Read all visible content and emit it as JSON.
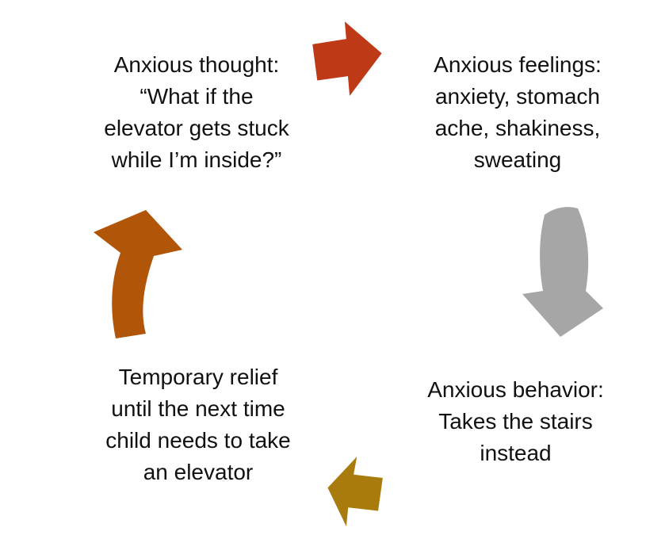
{
  "diagram": {
    "nodes": {
      "thought": {
        "text": "Anxious thought:\n“What if the\nelevator gets stuck\nwhile I’m inside?”"
      },
      "feelings": {
        "text": "Anxious feelings:\nanxiety, stomach\nache, shakiness,\nsweating"
      },
      "behavior": {
        "text": "Anxious behavior:\nTakes the stairs\ninstead"
      },
      "relief": {
        "text": "Temporary relief\nuntil the next time\nchild needs to take\nan elevator"
      }
    },
    "colors": {
      "arrow_thought_to_feelings": "#BE3A17",
      "arrow_feelings_to_behavior": "#A6A6A6",
      "arrow_behavior_to_relief": "#A87B0C",
      "arrow_relief_to_thought": "#B15508",
      "text": "#111111",
      "background": "#FFFFFF"
    }
  }
}
